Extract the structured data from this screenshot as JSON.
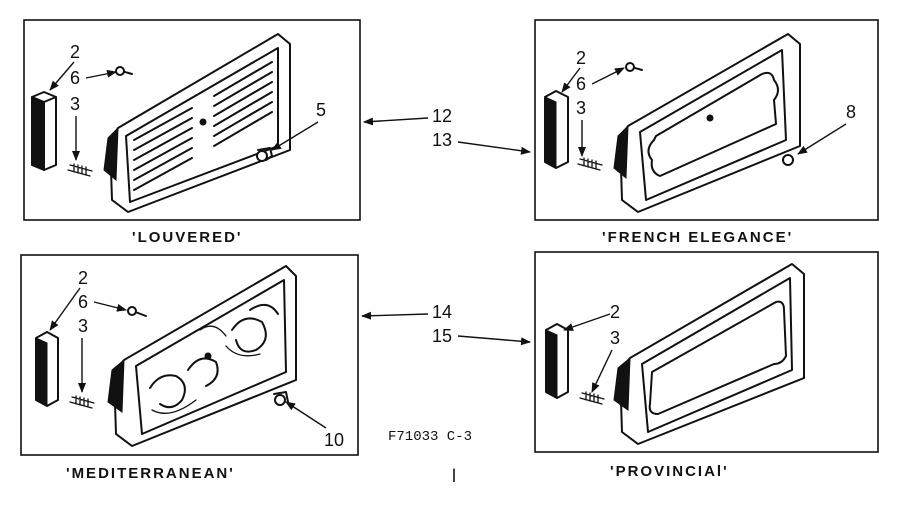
{
  "panels": {
    "louvered": {
      "caption": "'LOUVERED'",
      "callouts": [
        "2",
        "6",
        "3",
        "5"
      ]
    },
    "french_elegance": {
      "caption": "'FRENCH ELEGANCE'",
      "callouts": [
        "2",
        "6",
        "3",
        "8"
      ]
    },
    "mediterranean": {
      "caption": "'MEDITERRANEAN'",
      "callouts": [
        "2",
        "6",
        "3",
        "10"
      ]
    },
    "provincial": {
      "caption": "'PROVINCIAl'",
      "callouts": [
        "2",
        "3"
      ]
    }
  },
  "center_refs": [
    "12",
    "13",
    "14",
    "15"
  ],
  "figure_code": "F71033 C-3",
  "page_mark": "l"
}
